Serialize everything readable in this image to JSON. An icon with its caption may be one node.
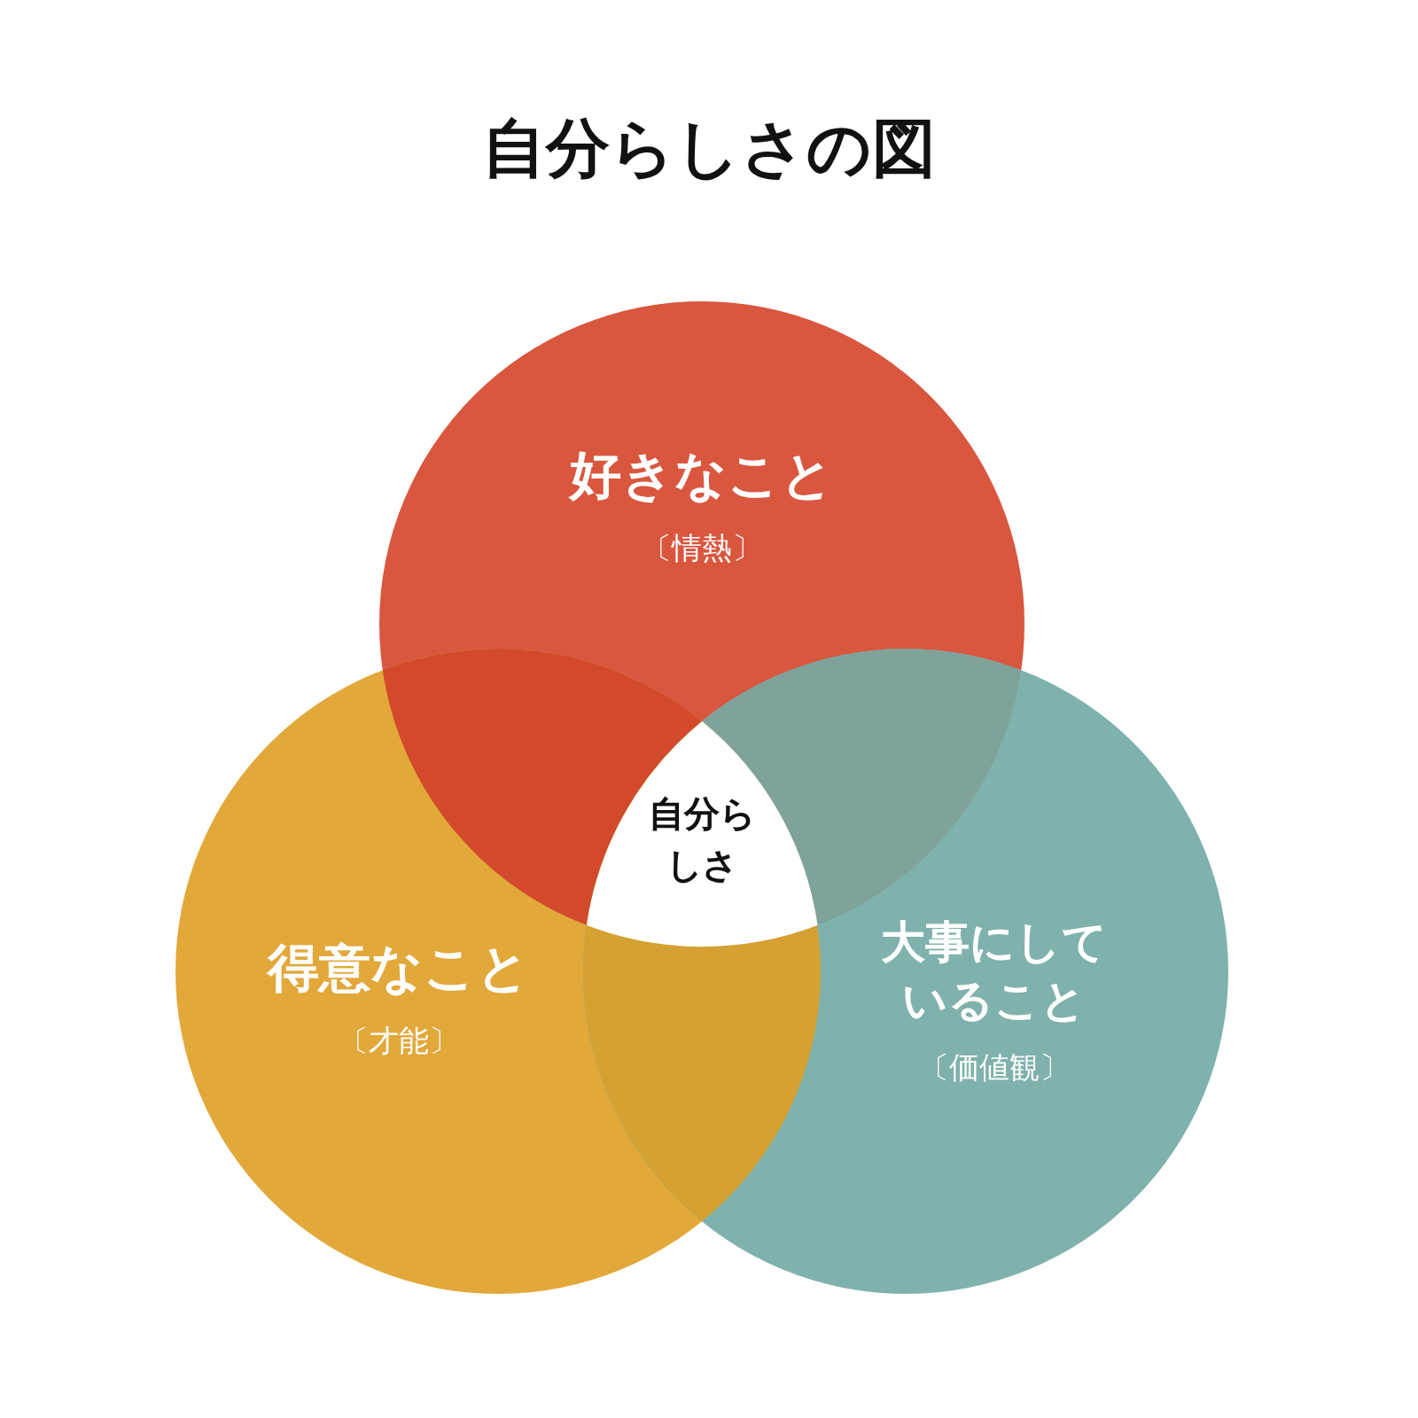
{
  "diagram": {
    "title": "自分らしさの図",
    "nodes": [
      {
        "text": [
          "好きなこと",
          "〔情熱〕"
        ]
      },
      {
        "text": [
          "自分らしさ"
        ]
      },
      {
        "text": [
          "得意なこと",
          "〔才能〕"
        ]
      },
      {
        "text": [
          "大事にしていること",
          "〔価値観〕"
        ]
      }
    ]
  }
}
